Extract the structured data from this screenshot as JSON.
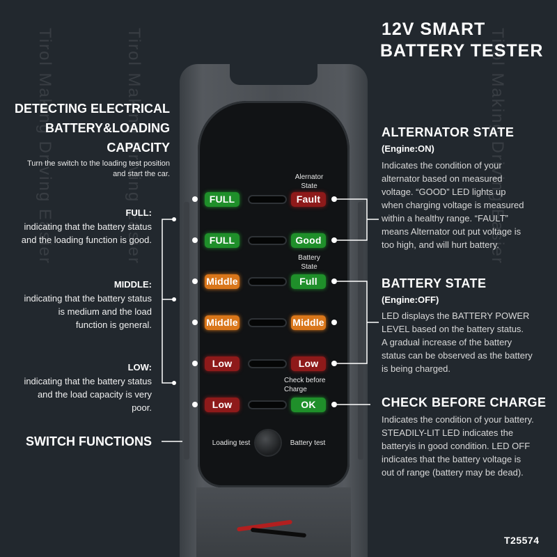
{
  "watermark": "Tirol Making Driving Easier",
  "title": {
    "line1": "12V SMART",
    "line2": "BATTERY TESTER"
  },
  "left": {
    "heading": {
      "line1": "DETECTING ELECTRICAL",
      "line2": "BATTERY&LOADING",
      "line3": "CAPACITY"
    },
    "heading_note": {
      "line1": "Turn the switch to the loading test position",
      "line2": "and start the car."
    },
    "full": {
      "label": "FULL:",
      "line1": "indicating that the battery status",
      "line2": "and the loading function is good."
    },
    "middle": {
      "label": "MIDDLE:",
      "line1": "indicating that the battery status",
      "line2": "is medium and the load",
      "line3": "function is general."
    },
    "low": {
      "label": "LOW:",
      "line1": "indicating that the battery status",
      "line2": "and the load capacity is very",
      "line3": "poor."
    },
    "switch_functions": "SWITCH FUNCTIONS"
  },
  "right": {
    "alternator": {
      "title": "ALTERNATOR STATE",
      "subtitle": "(Engine:ON)",
      "lines": [
        "Indicates the condition of your",
        "alternator based on measured",
        "voltage. “GOOD” LED lights up",
        "when charging voltage is measured",
        "within a healthy range. “FAULT”",
        "means Alternator out put voltage is",
        "too high, and will hurt battery."
      ]
    },
    "battery": {
      "title": "BATTERY STATE",
      "subtitle": "(Engine:OFF)",
      "lines": [
        "LED displays the BATTERY POWER",
        "LEVEL based on the battery status.",
        "A gradual increase of the battery",
        "status can be observed as the battery",
        "is being charged."
      ]
    },
    "check": {
      "title": "CHECK BEFORE CHARGE",
      "lines": [
        "Indicates the condition of your battery.",
        "STEADILY-LIT LED indicates the",
        "batteryis in good condition. LED OFF",
        "indicates that the battery voltage is",
        "out of range (battery may be dead)."
      ]
    }
  },
  "device": {
    "alternator_tag": {
      "line1": "Alernator",
      "line2": "State"
    },
    "battery_tag": {
      "line1": "Battery",
      "line2": "State"
    },
    "check_tag": {
      "line1": "Check before",
      "line2": "Charge"
    },
    "left_leds": [
      {
        "label": "FULL",
        "color": "#1f8f2a"
      },
      {
        "label": "FULL",
        "color": "#1f8f2a"
      },
      {
        "label": "Middle",
        "color": "#d9761a"
      },
      {
        "label": "Middle",
        "color": "#d9761a"
      },
      {
        "label": "Low",
        "color": "#8e1a1a"
      },
      {
        "label": "Low",
        "color": "#8e1a1a"
      }
    ],
    "right_leds": [
      {
        "label": "Fault",
        "color": "#8e1a1a"
      },
      {
        "label": "Good",
        "color": "#1f8f2a"
      },
      {
        "label": "Full",
        "color": "#1f8f2a"
      },
      {
        "label": "Middle",
        "color": "#d9761a"
      },
      {
        "label": "Low",
        "color": "#8e1a1a"
      },
      {
        "label": "OK",
        "color": "#1f8f2a"
      }
    ],
    "loading_test": "Loading test",
    "battery_test": "Battery  test"
  },
  "product_code": "T25574"
}
